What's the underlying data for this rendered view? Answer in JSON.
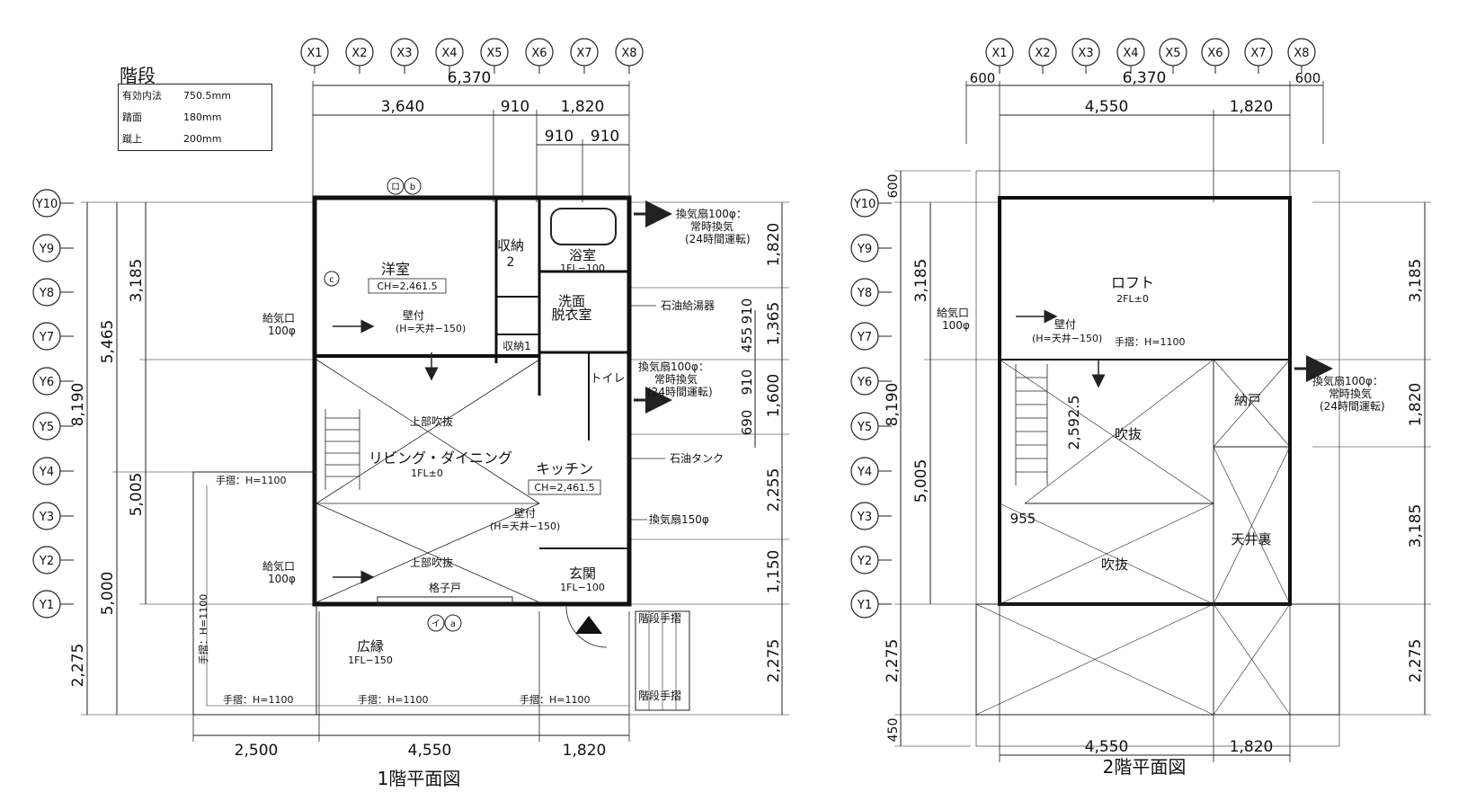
{
  "stair_spec": {
    "title": "階段",
    "rows": [
      {
        "key": "有効内法",
        "value": "750.5mm"
      },
      {
        "key": "踏面",
        "value": "180mm"
      },
      {
        "key": "蹴上",
        "value": "200mm"
      }
    ]
  },
  "floor1": {
    "title": "1階平面図",
    "grid_x": [
      "X1",
      "X2",
      "X3",
      "X4",
      "X5",
      "X6",
      "X7",
      "X8"
    ],
    "grid_y": [
      "Y10",
      "Y9",
      "Y8",
      "Y7",
      "Y6",
      "Y5",
      "Y4",
      "Y3",
      "Y2",
      "Y1"
    ],
    "dims_top": {
      "total": "6,370",
      "a": "3,640",
      "b": "910",
      "c": "1,820",
      "d1": "910",
      "d2": "910"
    },
    "dims_bottom": {
      "a": "2,500",
      "b": "4,550",
      "c": "1,820"
    },
    "dims_left": {
      "total": "8,190",
      "a": "5,465",
      "b": "3,185",
      "c": "5,005",
      "d": "5,000",
      "e": "2,275"
    },
    "dims_right": {
      "a": "1,820",
      "b": "1,365",
      "c": "910",
      "d": "455",
      "e": "910",
      "f": "690",
      "g": "1,600",
      "h": "2,255",
      "i": "1,150",
      "j": "2,275"
    },
    "rooms": {
      "western": "洋室",
      "western_ch": "CH=2,461.5",
      "storage2": "収納",
      "storage2_num": "2",
      "bath": "浴室",
      "bath_fl": "1FL−100",
      "wash": "洗面",
      "dress": "脱衣室",
      "storage1": "収納1",
      "toilet": "トイレ",
      "living": "リビング・ダイニング",
      "living_fl": "1FL±0",
      "upper_void1": "上部吹抜",
      "upper_void2": "上部吹抜",
      "kitchen": "キッチン",
      "kitchen_ch": "CH=2,461.5",
      "entrance": "玄関",
      "entrance_fl": "1FL−100",
      "engawa": "広縁",
      "engawa_fl": "1FL−150",
      "lattice": "格子戸"
    },
    "notes": {
      "fan1": "換気扇100φ：",
      "fan1b": "常時換気",
      "fan1c": "(24時間運転)",
      "boiler": "石油給湯器",
      "fan2": "換気扇100φ：",
      "fan2b": "常時換気",
      "fan2c": "(24時間運転)",
      "tank": "石油タンク",
      "fan3": "換気扇150φ",
      "inlet1": "給気口",
      "inlet1b": "100φ",
      "wall1": "壁付",
      "wall1b": "(H=天井−150)",
      "inlet2": "給気口",
      "inlet2b": "100φ",
      "wall2": "壁付",
      "wall2b": "(H=天井−150)",
      "rail1": "手摺：H=1100",
      "rail2": "手摺：H=1100",
      "rail3": "手摺：H=1100",
      "rail4": "手摺：H=1100",
      "rail5": "手摺：H=1100",
      "stair_rail1": "階段手摺",
      "stair_rail2": "階段手摺",
      "mark_ro": "ロ",
      "mark_b": "b",
      "mark_c": "c",
      "mark_i": "イ",
      "mark_a": "a"
    }
  },
  "floor2": {
    "title": "2階平面図",
    "grid_x": [
      "X1",
      "X2",
      "X3",
      "X4",
      "X5",
      "X6",
      "X7",
      "X8"
    ],
    "grid_y": [
      "Y10",
      "Y9",
      "Y8",
      "Y7",
      "Y6",
      "Y5",
      "Y4",
      "Y3",
      "Y2",
      "Y1"
    ],
    "dims_top": {
      "total": "6,370",
      "left_ov": "600",
      "right_ov": "600",
      "a": "4,550",
      "b": "1,820"
    },
    "dims_bottom": {
      "a": "4,550",
      "b": "1,820"
    },
    "dims_left": {
      "total": "8,190",
      "top_ov": "600",
      "a": "3,185",
      "b": "5,005",
      "c": "2,275",
      "bot_ov": "450"
    },
    "dims_right": {
      "a": "3,185",
      "b": "1,820",
      "c": "3,185",
      "d": "2,275"
    },
    "rooms": {
      "loft": "ロフト",
      "loft_fl": "2FL±0",
      "storage": "納戸",
      "void1": "吹抜",
      "void2": "吹抜",
      "attic": "天井裏",
      "height": "2,592.5",
      "w955": "955"
    },
    "notes": {
      "inlet": "給気口",
      "inletb": "100φ",
      "wall": "壁付",
      "wallb": "(H=天井−150)",
      "rail": "手摺：H=1100",
      "fan": "換気扇100φ：",
      "fanb": "常時換気",
      "fanc": "(24時間運転)"
    }
  },
  "colors": {
    "line": "#222222",
    "wall": "#111111",
    "paper": "#ffffff"
  }
}
